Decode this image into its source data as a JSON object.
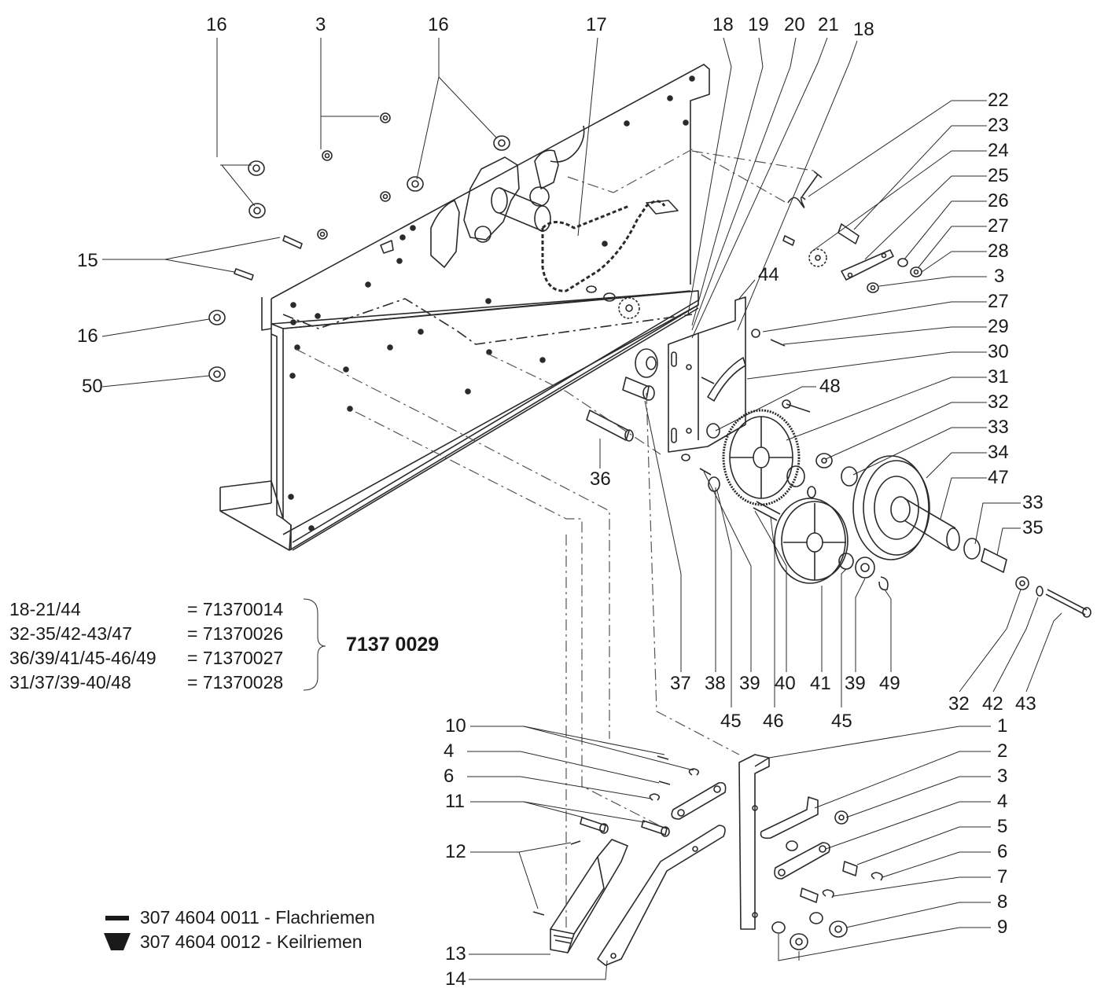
{
  "part_labels": [
    {
      "id": "p16a",
      "text": "16"
    },
    {
      "id": "p3a",
      "text": "3"
    },
    {
      "id": "p16b",
      "text": "16"
    },
    {
      "id": "p17",
      "text": "17"
    },
    {
      "id": "p18a",
      "text": "18"
    },
    {
      "id": "p19",
      "text": "19"
    },
    {
      "id": "p20",
      "text": "20"
    },
    {
      "id": "p21",
      "text": "21"
    },
    {
      "id": "p18b",
      "text": "18"
    },
    {
      "id": "p22",
      "text": "22"
    },
    {
      "id": "p23",
      "text": "23"
    },
    {
      "id": "p24",
      "text": "24"
    },
    {
      "id": "p25",
      "text": "25"
    },
    {
      "id": "p26",
      "text": "26"
    },
    {
      "id": "p27a",
      "text": "27"
    },
    {
      "id": "p28",
      "text": "28"
    },
    {
      "id": "p3b",
      "text": "3"
    },
    {
      "id": "p44",
      "text": "44"
    },
    {
      "id": "p27b",
      "text": "27"
    },
    {
      "id": "p29",
      "text": "29"
    },
    {
      "id": "p30",
      "text": "30"
    },
    {
      "id": "p31",
      "text": "31"
    },
    {
      "id": "p48",
      "text": "48"
    },
    {
      "id": "p32a",
      "text": "32"
    },
    {
      "id": "p33a",
      "text": "33"
    },
    {
      "id": "p34",
      "text": "34"
    },
    {
      "id": "p47",
      "text": "47"
    },
    {
      "id": "p33b",
      "text": "33"
    },
    {
      "id": "p35",
      "text": "35"
    },
    {
      "id": "p15",
      "text": "15"
    },
    {
      "id": "p16c",
      "text": "16"
    },
    {
      "id": "p50",
      "text": "50"
    },
    {
      "id": "p36",
      "text": "36"
    },
    {
      "id": "p37",
      "text": "37"
    },
    {
      "id": "p38",
      "text": "38"
    },
    {
      "id": "p39a",
      "text": "39"
    },
    {
      "id": "p40",
      "text": "40"
    },
    {
      "id": "p41",
      "text": "41"
    },
    {
      "id": "p39b",
      "text": "39"
    },
    {
      "id": "p49",
      "text": "49"
    },
    {
      "id": "p45a",
      "text": "45"
    },
    {
      "id": "p46",
      "text": "46"
    },
    {
      "id": "p45b",
      "text": "45"
    },
    {
      "id": "p32b",
      "text": "32"
    },
    {
      "id": "p42",
      "text": "42"
    },
    {
      "id": "p43",
      "text": "43"
    },
    {
      "id": "p10",
      "text": "10"
    },
    {
      "id": "p4a",
      "text": "4"
    },
    {
      "id": "p6a",
      "text": "6"
    },
    {
      "id": "p11",
      "text": "11"
    },
    {
      "id": "p12",
      "text": "12"
    },
    {
      "id": "p13",
      "text": "13"
    },
    {
      "id": "p14",
      "text": "14"
    },
    {
      "id": "p1",
      "text": "1"
    },
    {
      "id": "p2",
      "text": "2"
    },
    {
      "id": "p3c",
      "text": "3"
    },
    {
      "id": "p4b",
      "text": "4"
    },
    {
      "id": "p5",
      "text": "5"
    },
    {
      "id": "p6b",
      "text": "6"
    },
    {
      "id": "p7",
      "text": "7"
    },
    {
      "id": "p8",
      "text": "8"
    },
    {
      "id": "p9",
      "text": "9"
    }
  ],
  "kits": [
    {
      "parts": "18-21/44",
      "number": "= 71370014"
    },
    {
      "parts": "32-35/42-43/47",
      "number": "= 71370026"
    },
    {
      "parts": "36/39/41/45-46/49",
      "number": "= 71370027"
    },
    {
      "parts": "31/37/39-40/48",
      "number": "= 71370028"
    }
  ],
  "kit_total": "7137 0029",
  "belts": [
    {
      "icon": "flat-belt-bar",
      "text": "307 4604 0011 - Flachriemen"
    },
    {
      "icon": "v-belt-trapezoid",
      "text": "307 4604 0012 - Keilriemen"
    }
  ]
}
